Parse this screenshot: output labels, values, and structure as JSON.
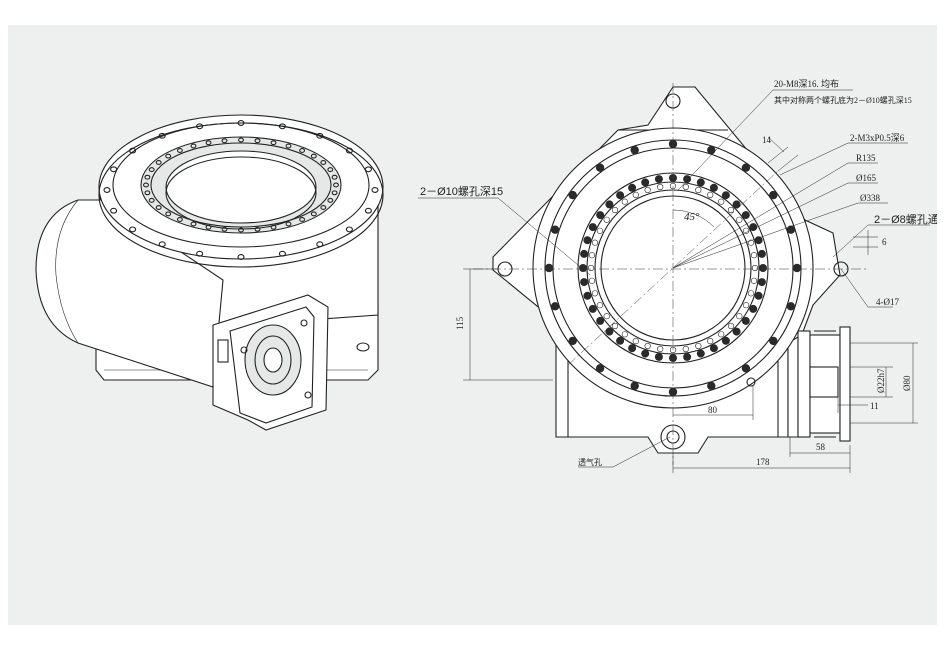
{
  "labels": {
    "holes_main": "20-M8深16. 均布",
    "holes_sub": "其中对称两个螺孔底为2－Ø10螺孔深15",
    "left_holes": "2－Ø10螺孔深15",
    "right_holes": "2－Ø8螺孔通",
    "tap": "2-M3xP0.5深6",
    "r135": "R135",
    "d165": "Ø165",
    "d338": "Ø338",
    "n4": "4-Ø17",
    "angle": "45°",
    "vent": "透气孔",
    "dim_14": "14",
    "dim_6": "6",
    "dim_115": "115",
    "dim_80": "80",
    "dim_178": "178",
    "dim_58": "58",
    "dim_11": "11",
    "dim_d22": "Ø22h7",
    "dim_d80": "Ø80"
  },
  "colors": {
    "background": "#eef0f0",
    "line": "#222222"
  }
}
